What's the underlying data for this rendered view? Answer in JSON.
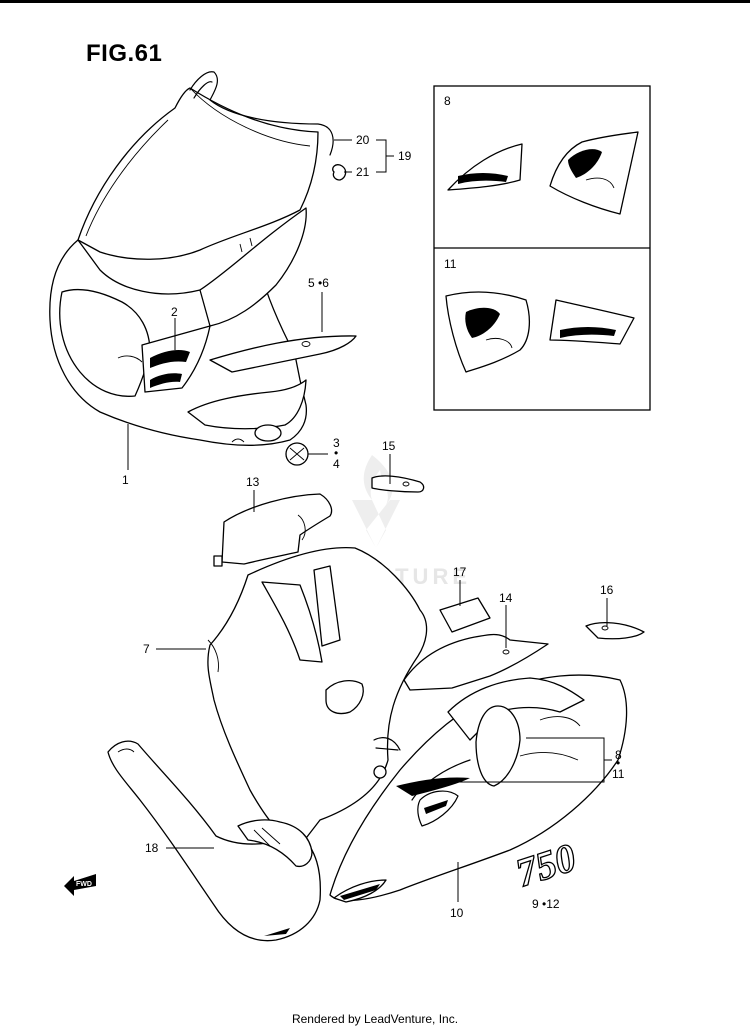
{
  "figure": {
    "title": "FIG.61"
  },
  "footer": {
    "text": "Rendered by LeadVenture, Inc."
  },
  "watermark": {
    "text": "LEADVENTURE",
    "color": "#e6e6e6"
  },
  "inset_boxes": [
    {
      "label": "8"
    },
    {
      "label": "11"
    }
  ],
  "fwd_arrow": {
    "label": "FWD"
  },
  "decal_text": {
    "model": "750"
  },
  "callouts": [
    {
      "id": "c20",
      "label": "20"
    },
    {
      "id": "c19",
      "label": "19"
    },
    {
      "id": "c21",
      "label": "21"
    },
    {
      "id": "c56",
      "label": "5 •6"
    },
    {
      "id": "c2",
      "label": "2"
    },
    {
      "id": "c3",
      "label": "3"
    },
    {
      "id": "c34dot",
      "label": "•"
    },
    {
      "id": "c4",
      "label": "4"
    },
    {
      "id": "c15",
      "label": "15"
    },
    {
      "id": "c1",
      "label": "1"
    },
    {
      "id": "c13",
      "label": "13"
    },
    {
      "id": "c17",
      "label": "17"
    },
    {
      "id": "c14",
      "label": "14"
    },
    {
      "id": "c16",
      "label": "16"
    },
    {
      "id": "c7",
      "label": "7"
    },
    {
      "id": "c8",
      "label": "8"
    },
    {
      "id": "c811dot",
      "label": "•"
    },
    {
      "id": "c11",
      "label": "11"
    },
    {
      "id": "c18",
      "label": "18"
    },
    {
      "id": "c10",
      "label": "10"
    },
    {
      "id": "c912",
      "label": "9 •12"
    }
  ]
}
